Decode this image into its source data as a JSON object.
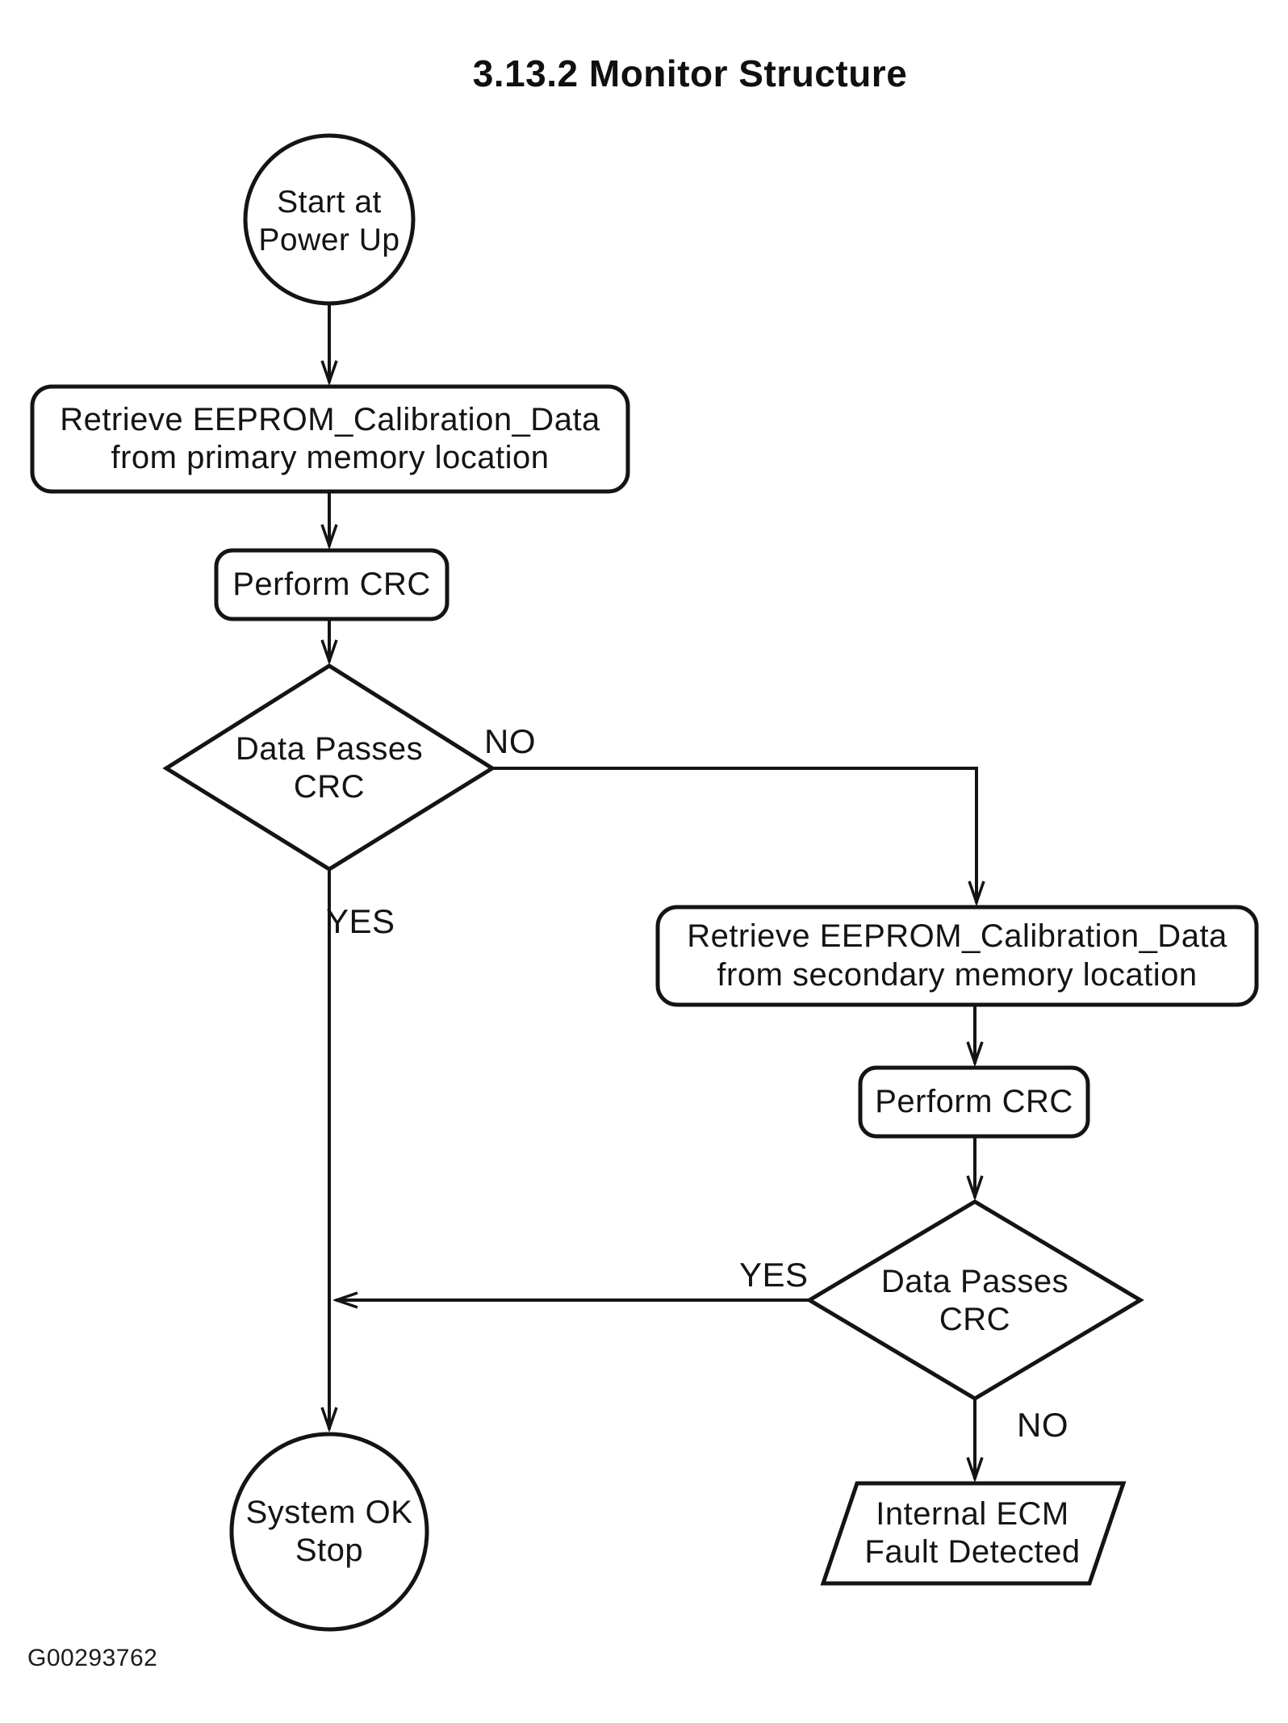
{
  "page": {
    "title": "3.13.2 Monitor Structure",
    "figure_id": "G00293762"
  },
  "colors": {
    "ink": "#141414",
    "paper": "#ffffff"
  },
  "diagram_type": "flowchart",
  "nodes": {
    "start": {
      "shape": "circle",
      "label": "Start at\nPower Up"
    },
    "retrieve_primary": {
      "shape": "rounded-rect",
      "label": "Retrieve EEPROM_Calibration_Data\nfrom primary memory location"
    },
    "perform_crc_primary": {
      "shape": "rounded-rect",
      "label": "Perform CRC"
    },
    "crc_check_primary": {
      "shape": "diamond",
      "label": "Data Passes\nCRC"
    },
    "retrieve_secondary": {
      "shape": "rounded-rect",
      "label": "Retrieve EEPROM_Calibration_Data\nfrom secondary memory location"
    },
    "perform_crc_secondary": {
      "shape": "rounded-rect",
      "label": "Perform CRC"
    },
    "crc_check_secondary": {
      "shape": "diamond",
      "label": "Data Passes\nCRC"
    },
    "system_ok": {
      "shape": "circle",
      "label": "System OK\nStop"
    },
    "internal_fault": {
      "shape": "parallelogram",
      "label": "Internal ECM\nFault Detected"
    }
  },
  "edges": {
    "primary_no": {
      "label": "NO",
      "from": "crc_check_primary",
      "to": "retrieve_secondary"
    },
    "primary_yes": {
      "label": "YES",
      "from": "crc_check_primary",
      "to": "system_ok"
    },
    "secondary_yes": {
      "label": "YES",
      "from": "crc_check_secondary",
      "to": "system_ok"
    },
    "secondary_no": {
      "label": "NO",
      "from": "crc_check_secondary",
      "to": "internal_fault"
    }
  }
}
